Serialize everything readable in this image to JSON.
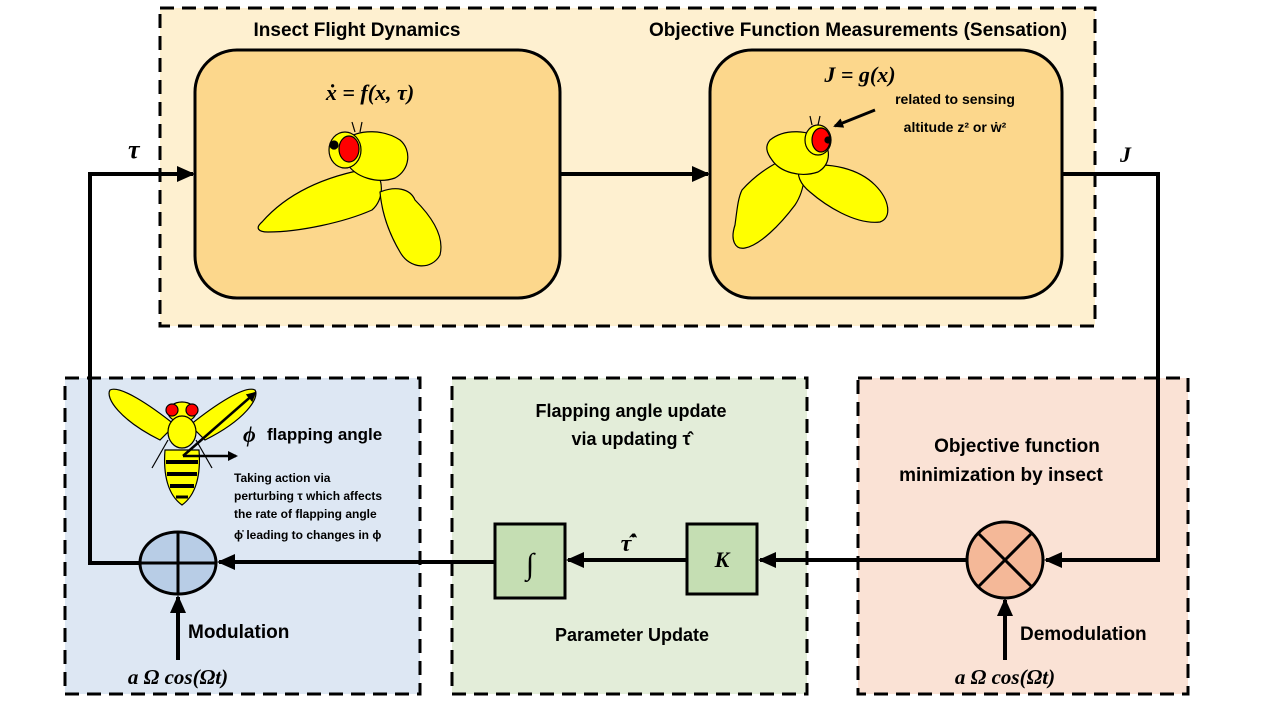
{
  "top_panel": {
    "title_left": "Insect Flight Dynamics",
    "title_right": "Objective Function Measurements (Sensation)",
    "dynamics_equation": "ẋ = f(x, τ)",
    "measure_equation": "J = g(x)",
    "sensing_note_line1": "related to sensing",
    "sensing_note_line2": "altitude z² or ẇ²"
  },
  "signals": {
    "input": "τ",
    "output": "J"
  },
  "modulation_panel": {
    "flapping_label": "flapping angle",
    "phi_symbol": "ϕ",
    "action_text": [
      "Taking action via",
      "perturbing τ which affects",
      "the rate of flapping angle",
      "ϕ̇ leading to changes in ϕ"
    ],
    "label": "Modulation",
    "signal": "a Ω cos(Ωt)"
  },
  "update_panel": {
    "title_line1": "Flapping angle update",
    "title_line2": "via updating τ̂",
    "integrator_symbol": "∫",
    "gain_symbol": "K",
    "rate_symbol": "τ̂̇",
    "label": "Parameter Update"
  },
  "demod_panel": {
    "title_line1": "Objective function",
    "title_line2": "minimization by insect",
    "label": "Demodulation",
    "signal": "a Ω cos(Ωt)"
  },
  "colors": {
    "top_panel_bg": "#fef0d0",
    "block_fill": "#fcd78c",
    "modulation_bg": "#dde7f3",
    "update_bg": "#e3edd9",
    "demod_bg": "#fae2d5",
    "sum_fill": "#b8cde6",
    "mult_fill": "#f4b898",
    "update_block_fill": "#c5deb3",
    "insect_yellow": "#ffff00",
    "eye_red": "#ff0000"
  }
}
